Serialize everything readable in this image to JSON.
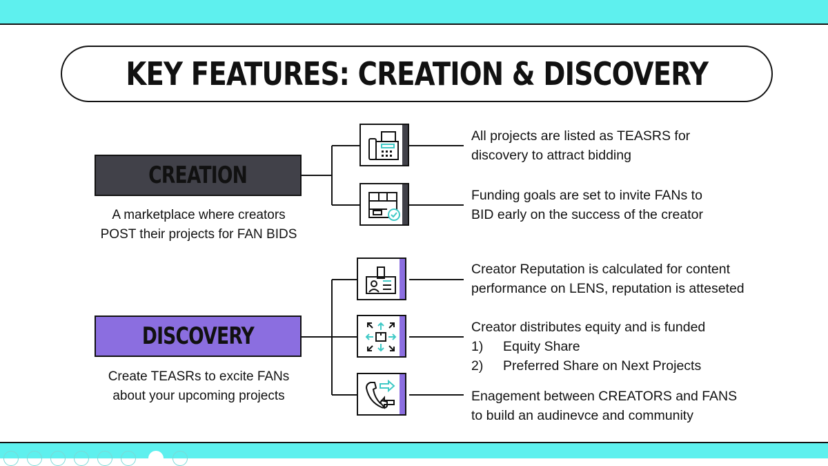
{
  "title": "KEY FEATURES: CREATION & DISCOVERY",
  "creation": {
    "label": "CREATION",
    "desc_line1": "A marketplace where creators",
    "desc_line2_a": "POST",
    "desc_line2_b": " their projects for ",
    "desc_line2_c": "FAN BIDS"
  },
  "discovery": {
    "label": "DISCOVERY",
    "desc_line1_a": "Create TEASRs to excite ",
    "desc_line1_b": "FANs",
    "desc_line2": "about your upcoming projects"
  },
  "features": [
    {
      "line1": "All projects are listed as TEASRS for",
      "line2": "discovery to attract bidding",
      "icon": "fax-machine-icon"
    },
    {
      "line1": "Funding goals are set to invite FANs to",
      "line2": "BID early on the success of the creator",
      "icon": "package-check-icon"
    },
    {
      "line1": "Creator Reputation is calculated for content",
      "line2": "performance on LENS, reputation is atteseted",
      "icon": "id-badge-icon"
    },
    {
      "line1": "Creator distributes equity and is funded",
      "item1_num": "1)",
      "item1": "Equity Share",
      "item2_num": "2)",
      "item2": "Preferred Share on Next Projects",
      "icon": "box-distribute-icon"
    },
    {
      "line1": "Enagement between CREATORS and FANS",
      "line2": "to build an audinevce and community",
      "icon": "phone-exchange-icon"
    }
  ],
  "colors": {
    "band": "#5ef0ee",
    "creation": "#414149",
    "discovery": "#8b6ee0",
    "icon_teal": "#3fc9c6"
  }
}
